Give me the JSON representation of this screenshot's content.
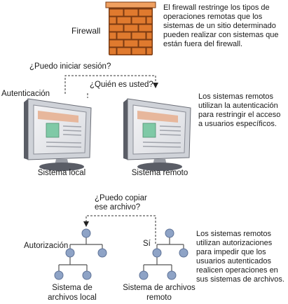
{
  "firewall": {
    "label": "Firewall",
    "description": "El firewall restringe los tipos de\noperaciones remotas que los\nsistemas de un sitio determinado\npueden realizar con sistemas que\nestán fuera del firewall."
  },
  "authentication": {
    "question_login": "¿Puedo iniciar sesión?",
    "question_who": "¿Quién es usted?",
    "label": "Autenticación",
    "local_label": "Sistema local",
    "remote_label": "Sistema remoto",
    "description": "Los sistemas remotos\nutilizan la autenticación\npara restringir el acceso\na usuarios específicos."
  },
  "authorization": {
    "question_copy": "¿Puedo copiar\nese archivo?",
    "label": "Autorización",
    "answer": "Sí",
    "local_fs_label": "Sistema de\narchivos local",
    "remote_fs_label": "Sistema de archivos\nremoto",
    "description": "Los sistemas remotos\nutilizan autorizaciones\npara impedir que los\nusuarios autenticados\nrealicen operaciones en\nsus sistemas de archivos."
  },
  "colors": {
    "brick": "#e07a2e",
    "mortar": "#7a3a12",
    "monitor_frame": "#cfd2d8",
    "monitor_dark": "#5a5d66",
    "screen_panel": "#e7b79c",
    "screen_green": "#7fc9a6",
    "node": "#8ea3c6",
    "line": "#555555"
  }
}
